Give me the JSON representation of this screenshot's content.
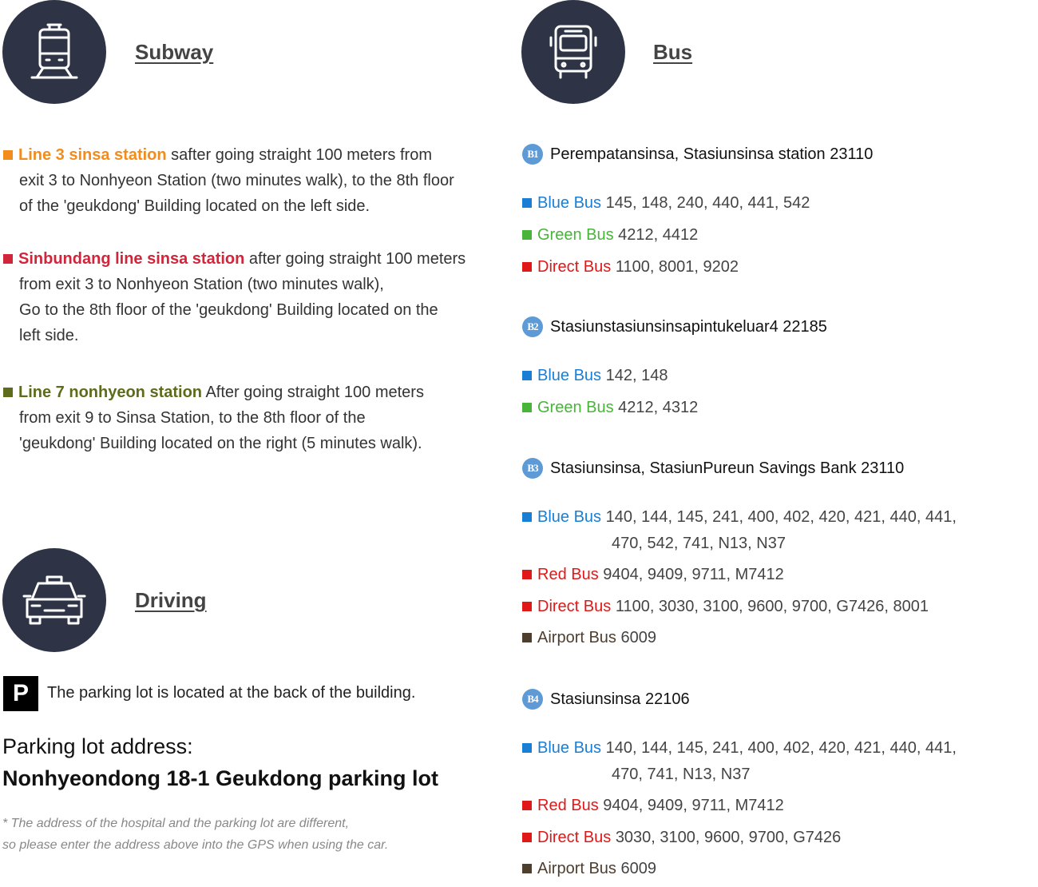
{
  "colors": {
    "circle_bg": "#2e3445",
    "line3": "#f28c1c",
    "sinbundang": "#d0253a",
    "line7": "#5d6b1a",
    "blue_bus": "#1a7fd4",
    "green_bus": "#48b43a",
    "red_bus": "#e01818",
    "airport_bus": "#4e3e2e",
    "badge": "#5e9bd6"
  },
  "subway": {
    "title": "Subway",
    "icon": "train-icon",
    "items": [
      {
        "line": "Line 3 sinsa station",
        "text1": " safter going straight 100 meters from",
        "text2": "exit 3 to Nonhyeon Station (two minutes  walk), to the 8th floor",
        "text3": "of the 'geukdong' Building located on the left side."
      },
      {
        "line": "Sinbundang line sinsa station",
        "text1": " after going straight 100 meters",
        "text2": "from exit 3 to Nonhyeon Station (two minutes  walk),",
        "text3": "Go to the 8th floor of the 'geukdong' Building located  on the",
        "text4": "left side."
      },
      {
        "line": "Line 7 nonhyeon station",
        "text1": " After going straight 100 meters",
        "text2": "from exit 9 to Sinsa Station,  to the 8th floor of the",
        "text3": "'geukdong' Building located on the right (5 minutes walk)."
      }
    ]
  },
  "driving": {
    "title": "Driving",
    "icon": "taxi-icon",
    "parking_badge": "P",
    "parking_note": "The parking lot is located at the back of the building.",
    "address_label": "Parking lot address:",
    "address_value": "Nonhyeondong 18-1 Geukdong parking lot",
    "note1": "* The address of the hospital and the parking lot are different,",
    "note2": "so please enter the address above into the GPS when using the car."
  },
  "bus": {
    "title": "Bus",
    "icon": "bus-icon",
    "stops": [
      {
        "badge": "B1",
        "name": "Perempatansinsa, Stasiunsinsa station 23110",
        "lines": [
          {
            "type": "Blue Bus",
            "numbers": "145, 148, 240, 440, 441, 542"
          },
          {
            "type": "Green Bus",
            "numbers": "4212, 4412"
          },
          {
            "type": "Direct Bus",
            "numbers": "1100, 8001, 9202"
          }
        ]
      },
      {
        "badge": "B2",
        "name": "Stasiunstasiunsinsapintukeluar4 22185",
        "lines": [
          {
            "type": "Blue Bus",
            "numbers": "142, 148"
          },
          {
            "type": "Green Bus",
            "numbers": "4212, 4312"
          }
        ]
      },
      {
        "badge": "B3",
        "name": "Stasiunsinsa, StasiunPureun Savings Bank 23110",
        "lines": [
          {
            "type": "Blue Bus",
            "numbers": "140, 144, 145, 241, 400, 402, 420, 421, 440, 441,",
            "numbers2": "470, 542, 741, N13, N37"
          },
          {
            "type": "Red Bus",
            "numbers": "9404, 9409, 9711, M7412"
          },
          {
            "type": "Direct Bus",
            "numbers": "1100, 3030, 3100, 9600, 9700, G7426, 8001"
          },
          {
            "type": "Airport Bus",
            "numbers": "6009"
          }
        ]
      },
      {
        "badge": "B4",
        "name": "Stasiunsinsa 22106",
        "lines": [
          {
            "type": "Blue Bus",
            "numbers": "140, 144, 145, 241, 400, 402, 420, 421, 440, 441,",
            "numbers2": "470, 741, N13, N37"
          },
          {
            "type": "Red Bus",
            "numbers": "9404, 9409, 9711, M7412"
          },
          {
            "type": "Direct Bus",
            "numbers": "3030, 3100, 9600, 9700, G7426"
          },
          {
            "type": "Airport Bus",
            "numbers": "6009"
          }
        ]
      }
    ]
  }
}
